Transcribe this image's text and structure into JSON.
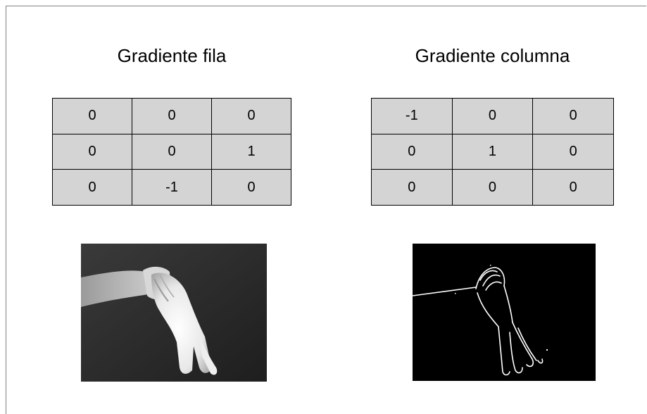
{
  "left_panel": {
    "title": "Gradiente fila",
    "kernel": [
      [
        "0",
        "0",
        "0"
      ],
      [
        "0",
        "0",
        "1"
      ],
      [
        "0",
        "-1",
        "0"
      ]
    ]
  },
  "right_panel": {
    "title": "Gradiente columna",
    "kernel": [
      [
        "-1",
        "0",
        "0"
      ],
      [
        "0",
        "1",
        "0"
      ],
      [
        "0",
        "0",
        "0"
      ]
    ]
  },
  "colors": {
    "table_fill": "#d4d4d4",
    "border": "#000000"
  },
  "images": {
    "left": "gloved-hand-grayscale-photo",
    "right": "gloved-hand-edge-map"
  }
}
